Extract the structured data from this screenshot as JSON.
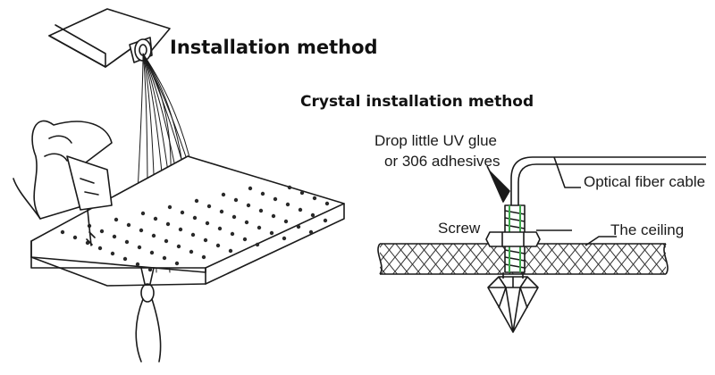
{
  "title_main": "Installation method",
  "title_crystal": "Crystal installation method",
  "callouts": {
    "glue_line1": "Drop little UV glue",
    "glue_line2": "or 306 adhesives",
    "fiber": "Optical fiber cable",
    "screw": "Screw",
    "ceiling": "The ceiling"
  },
  "colors": {
    "ink": "#1a1a1a",
    "glue_green": "#3aa84a"
  }
}
